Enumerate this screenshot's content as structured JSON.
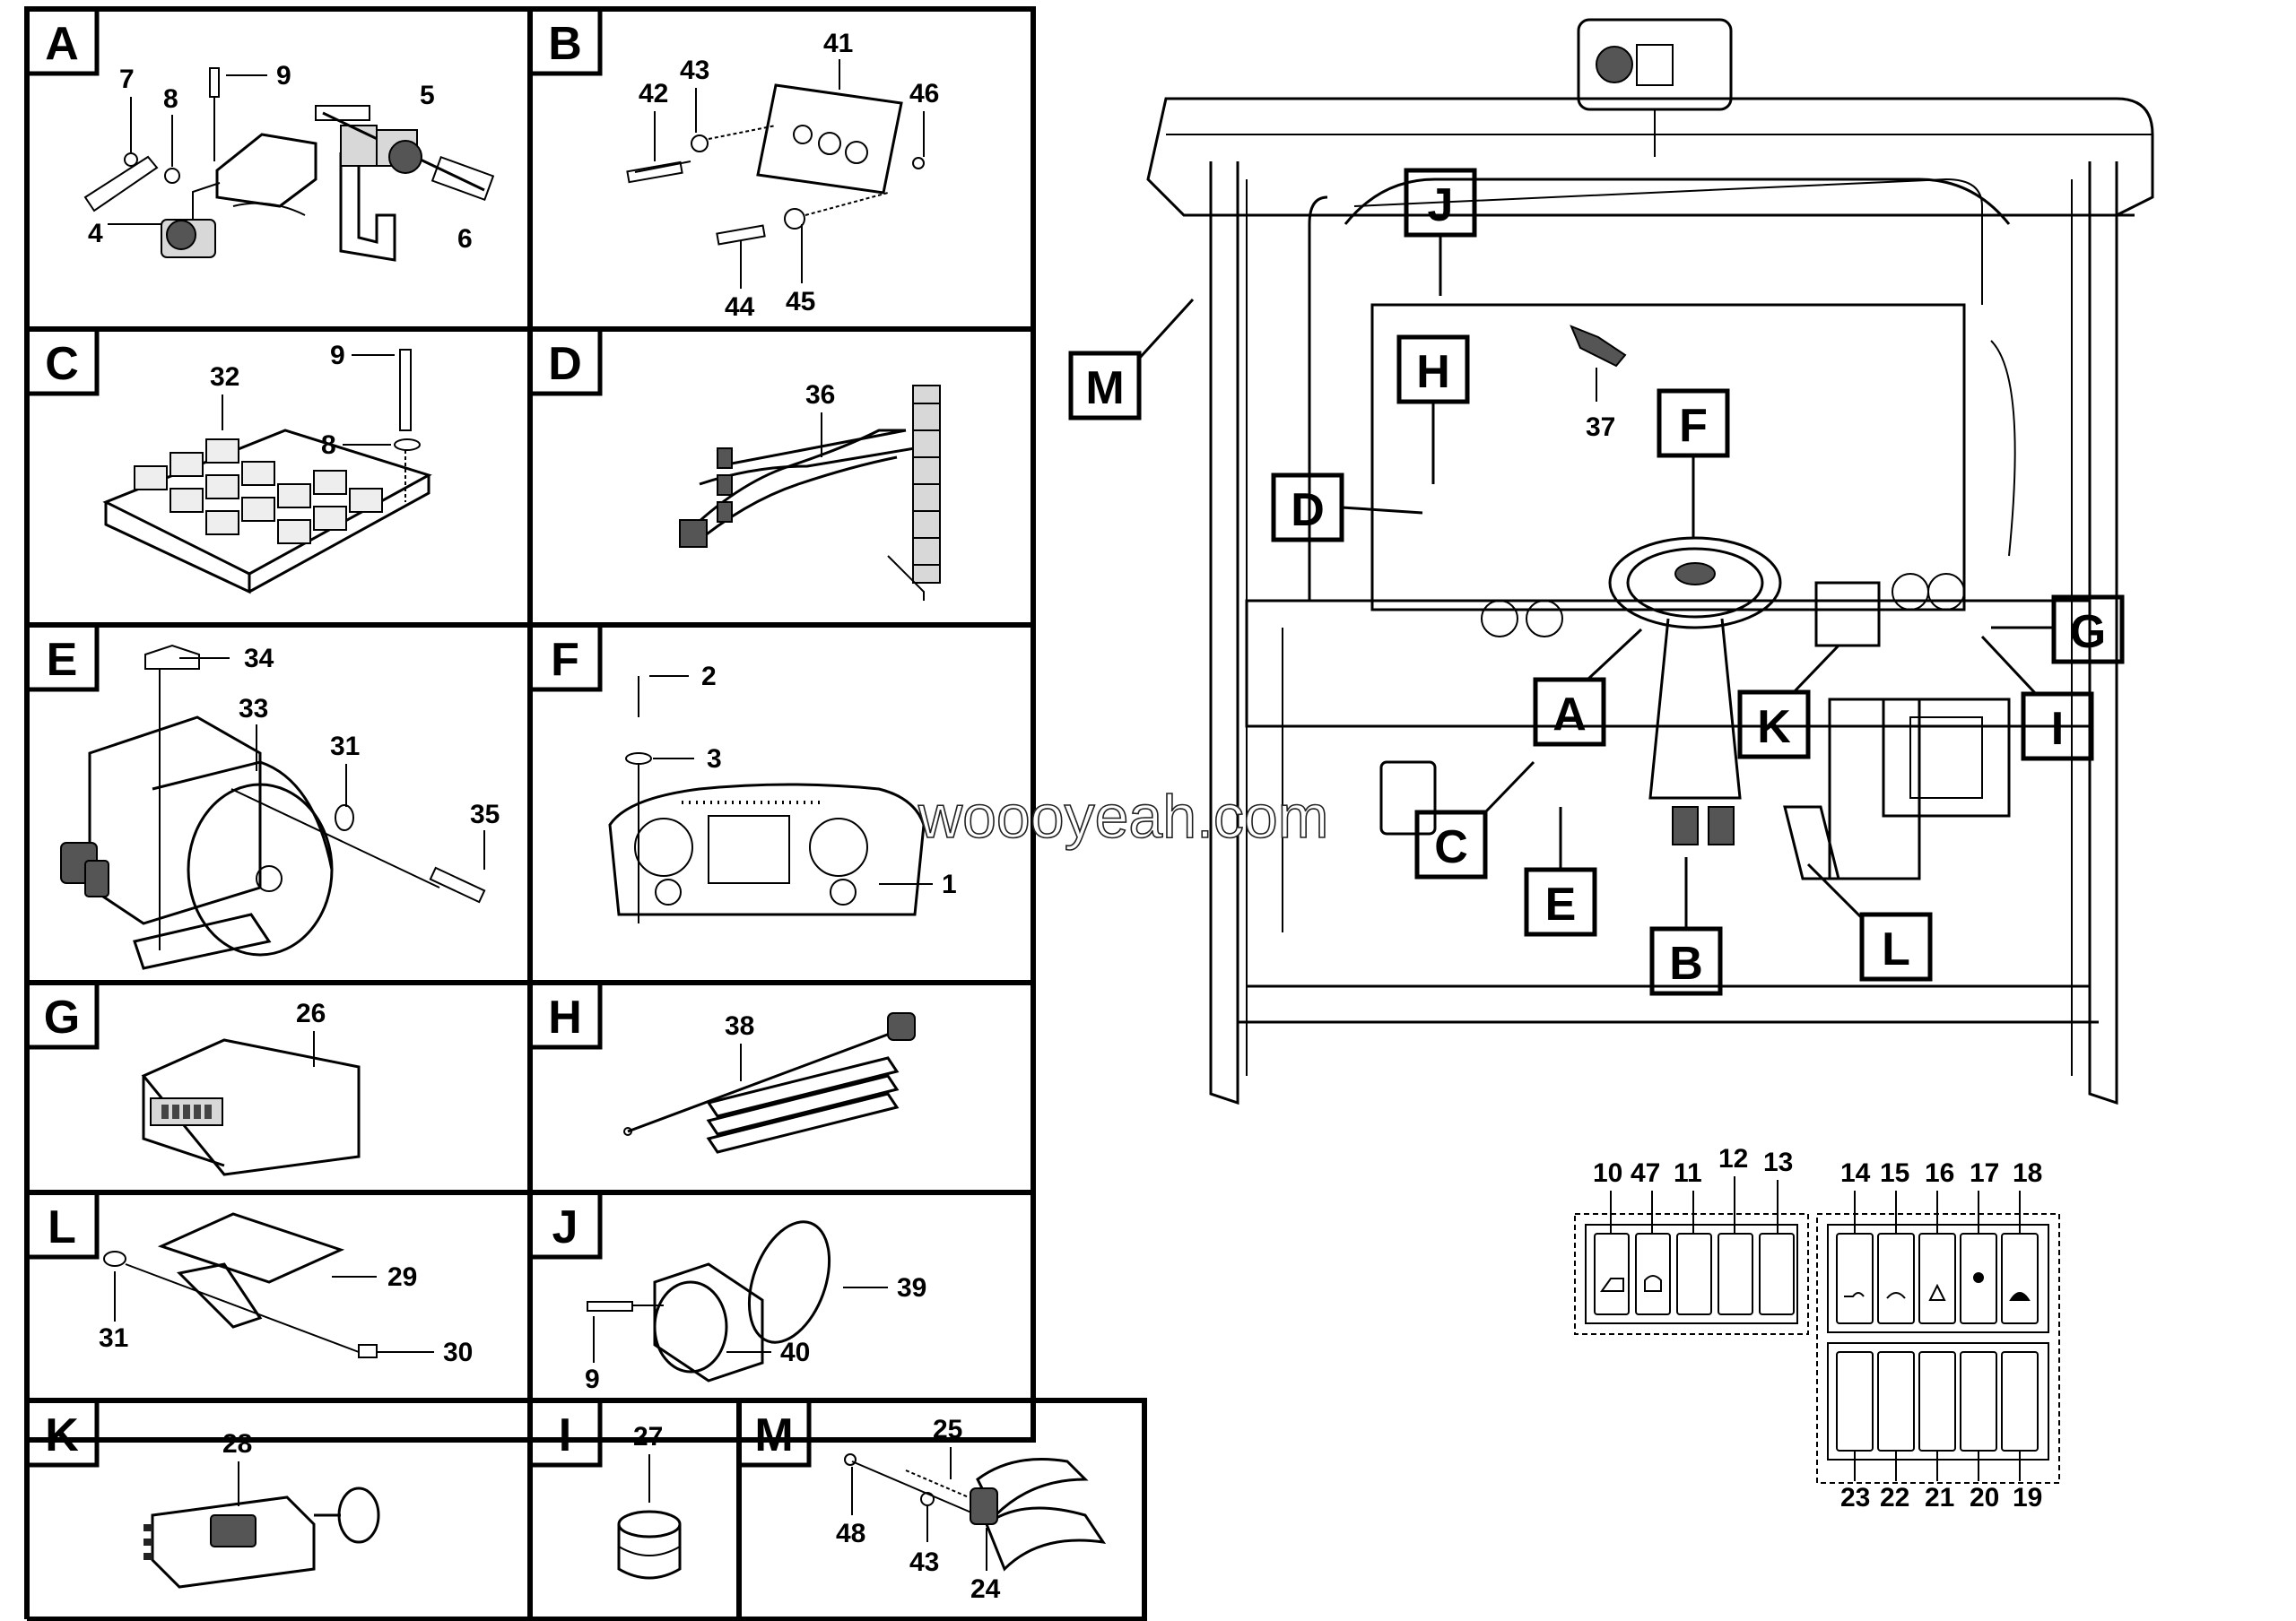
{
  "panels": {
    "A": {
      "letter": "A",
      "parts": [
        "7",
        "8",
        "9",
        "5",
        "4",
        "6"
      ]
    },
    "B": {
      "letter": "B",
      "parts": [
        "42",
        "43",
        "41",
        "46",
        "44",
        "45"
      ]
    },
    "C": {
      "letter": "C",
      "parts": [
        "32",
        "9",
        "8"
      ]
    },
    "D": {
      "letter": "D",
      "parts": [
        "36"
      ]
    },
    "E": {
      "letter": "E",
      "parts": [
        "34",
        "33",
        "31",
        "35"
      ]
    },
    "F": {
      "letter": "F",
      "parts": [
        "2",
        "3",
        "1"
      ]
    },
    "G": {
      "letter": "G",
      "parts": [
        "26"
      ]
    },
    "H": {
      "letter": "H",
      "parts": [
        "38"
      ]
    },
    "L": {
      "letter": "L",
      "parts": [
        "29",
        "31",
        "30"
      ]
    },
    "J": {
      "letter": "J",
      "parts": [
        "39",
        "9",
        "40"
      ]
    },
    "K": {
      "letter": "K",
      "parts": [
        "28"
      ]
    },
    "I": {
      "letter": "I",
      "parts": [
        "27"
      ]
    },
    "M": {
      "letter": "M",
      "parts": [
        "25",
        "48",
        "43",
        "24"
      ]
    }
  },
  "cab_callouts": {
    "J": "J",
    "H": "H",
    "D": "D",
    "M": "M",
    "F": "F",
    "G": "G",
    "A": "A",
    "K": "K",
    "I": "I",
    "C": "C",
    "E": "E",
    "B": "B",
    "L": "L",
    "part_37": "37"
  },
  "watermark": "woooyeah.com",
  "switch_panel": {
    "left_top": [
      "10",
      "47",
      "11",
      "12",
      "13"
    ],
    "right_top": [
      "14",
      "15",
      "16",
      "17",
      "18"
    ],
    "right_bottom": [
      "23",
      "22",
      "21",
      "20",
      "19"
    ]
  }
}
